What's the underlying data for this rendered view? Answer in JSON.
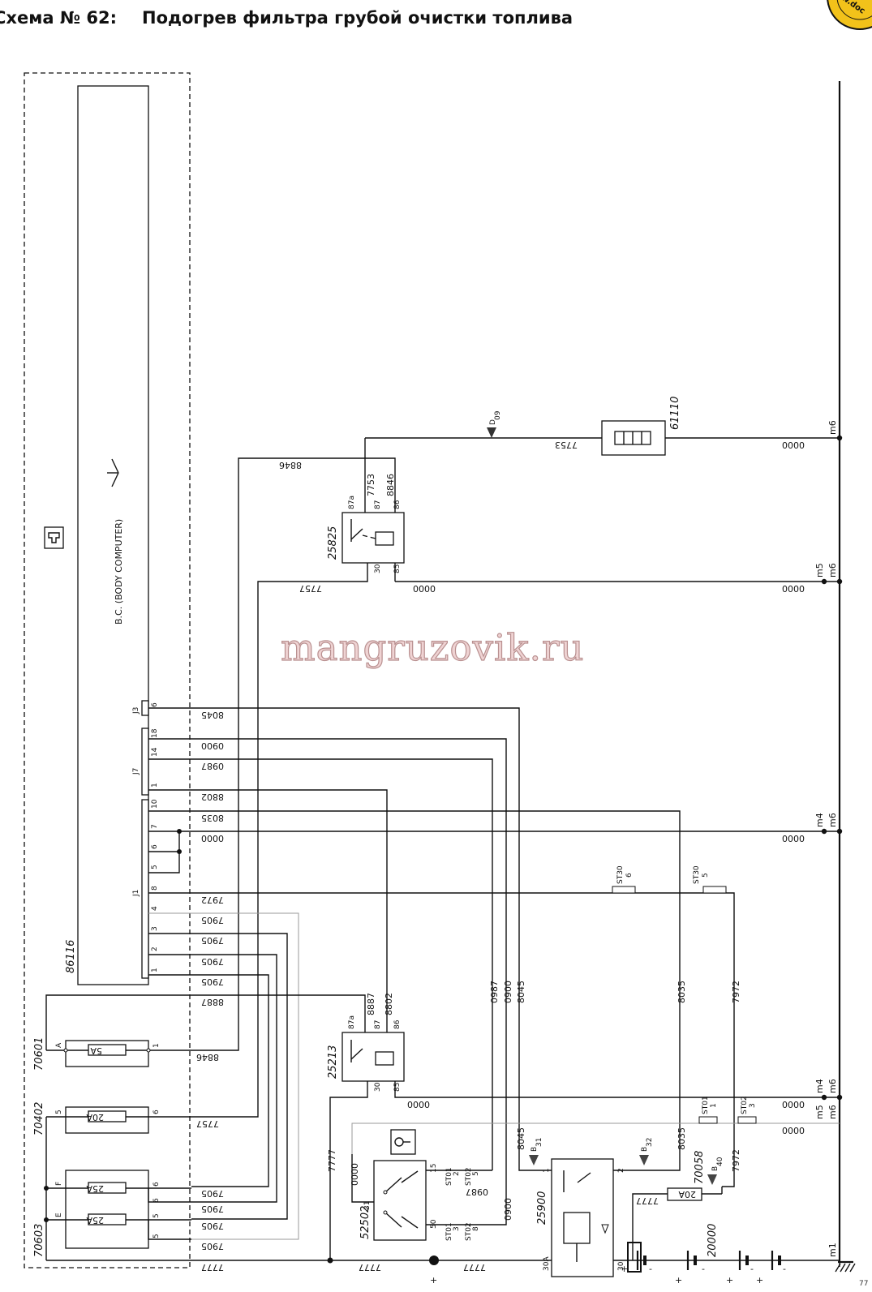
{
  "header": {
    "scheme_number": "Схема № 62:",
    "title": "Подогрев фильтра грубой очистки топлива"
  },
  "watermark": "mangruzovik.ru",
  "badge_text": "www.doc",
  "page_number": "77",
  "body_computer": {
    "code": "86116",
    "name": "B.C. (BODY COMPUTER)",
    "connectors": {
      "J3": {
        "label": "J3",
        "pins": [
          "6"
        ]
      },
      "J7": {
        "label": "J7",
        "pins": [
          "18",
          "14",
          "1"
        ]
      },
      "J1": {
        "label": "J1",
        "pins": [
          "10",
          "7",
          "6",
          "5",
          "8",
          "4",
          "3",
          "2",
          "1"
        ]
      }
    }
  },
  "components": {
    "heater": "61110",
    "relay_heater": "25825",
    "relay_start": "25213",
    "ignition_switch": "52502",
    "battery_switch": "25900",
    "battery": "20000",
    "fuse_5a": "70601",
    "fuse_20a": "70402",
    "fuse_25a": "70603",
    "fuse_20a_b": "70058"
  },
  "relay_pins": {
    "p87a": "87a",
    "p87": "87",
    "p86": "86",
    "p30": "30",
    "p85": "85"
  },
  "fuse_ratings": {
    "f5": "5A",
    "f20": "20A",
    "f25a": "25A",
    "f25b": "25A",
    "f20b": "20A"
  },
  "fuse_pins": {
    "a": "A",
    "one": "1",
    "five": "5",
    "six": "6",
    "f": "F",
    "e": "E",
    "fc_six_a": "6",
    "fc_six_b": "6",
    "fc_five_a": "5",
    "fc_five_b": "5"
  },
  "wires": {
    "w7753": "7753",
    "w8846": "8846",
    "w7757": "7757",
    "w0000": "0000",
    "w8045": "8045",
    "w0900": "0900",
    "w0987": "0987",
    "w8802": "8802",
    "w8035": "8035",
    "w7972": "7972",
    "w7905": "7905",
    "w8887": "8887",
    "w7777": "7777",
    "w0000_b": "0000"
  },
  "ground_labels": {
    "m1": "m1",
    "m4": "m4",
    "m5": "m5",
    "m6": "m6"
  },
  "splices": {
    "b09": "D",
    "b09_sub": "09",
    "b31": "B",
    "b31_sub": "31",
    "b32": "B",
    "b32_sub": "32",
    "b40": "B",
    "b40_sub": "40"
  },
  "connectors_misc": {
    "st30": "ST30",
    "st30_6": "6",
    "st30_5": "5",
    "st01": "ST01",
    "st02": "ST02",
    "st01_1": "1",
    "st02_3": "3",
    "st01_2": "2",
    "st02_5": "5",
    "st01_3": "3",
    "st02_8": "8"
  },
  "switch_pins": {
    "p15": "15",
    "p50": "50",
    "p31": "31"
  },
  "bsw_pins": {
    "one": "1",
    "two": "2",
    "p30a": "30A",
    "p30": "30"
  },
  "battery_signs": {
    "plus": "+",
    "minus": "-"
  }
}
